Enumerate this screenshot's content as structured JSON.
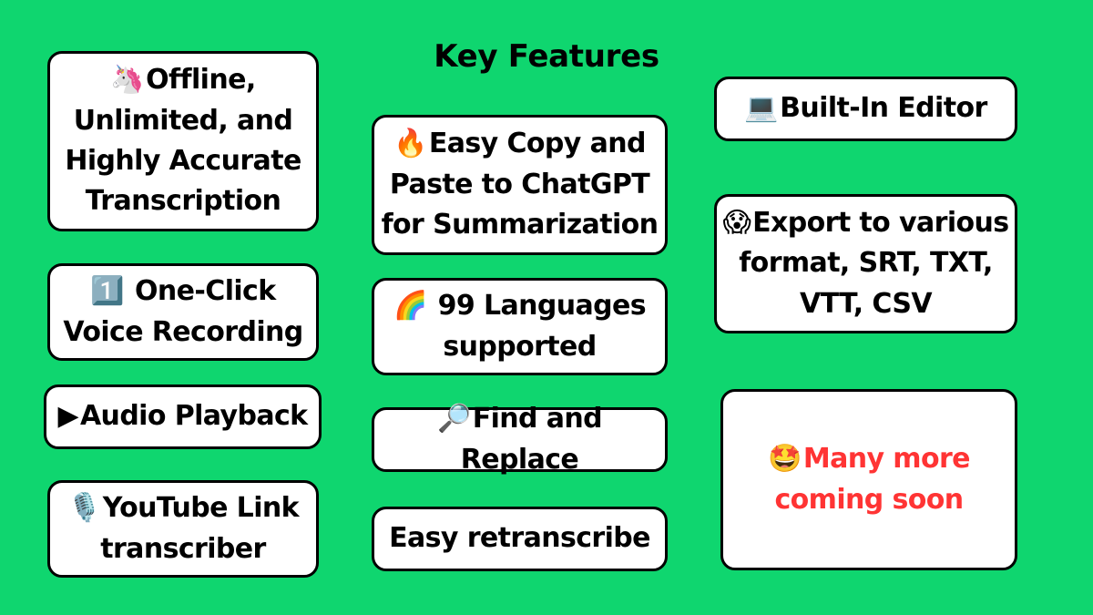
{
  "title": "Key Features",
  "colors": {
    "background": "#0fd66f",
    "card": "#ffffff",
    "border": "#000000",
    "highlight_text": "#ff3434"
  },
  "features": {
    "offline": {
      "icon": "🦄",
      "text": "Offline, Unlimited, and Highly Accurate Transcription"
    },
    "voice": {
      "icon": "1️⃣",
      "text": "One-Click Voice Recording"
    },
    "playback": {
      "icon": "▶",
      "text": "Audio Playback"
    },
    "youtube": {
      "icon": "🎙️",
      "text": "YouTube Link transcriber"
    },
    "copy": {
      "icon": "🔥",
      "text": "Easy Copy and Paste to ChatGPT for Summarization"
    },
    "languages": {
      "icon": "🌈",
      "text": "99 Languages supported"
    },
    "find": {
      "icon": "🔎",
      "text": "Find and Replace"
    },
    "retranscribe": {
      "text": "Easy retranscribe"
    },
    "editor": {
      "icon": "💻",
      "text": "Built-In Editor"
    },
    "export": {
      "icon": "😱",
      "text": "Export to various format, SRT, TXT, VTT, CSV"
    },
    "more": {
      "icon": "🤩",
      "text": "Many more coming soon"
    }
  }
}
